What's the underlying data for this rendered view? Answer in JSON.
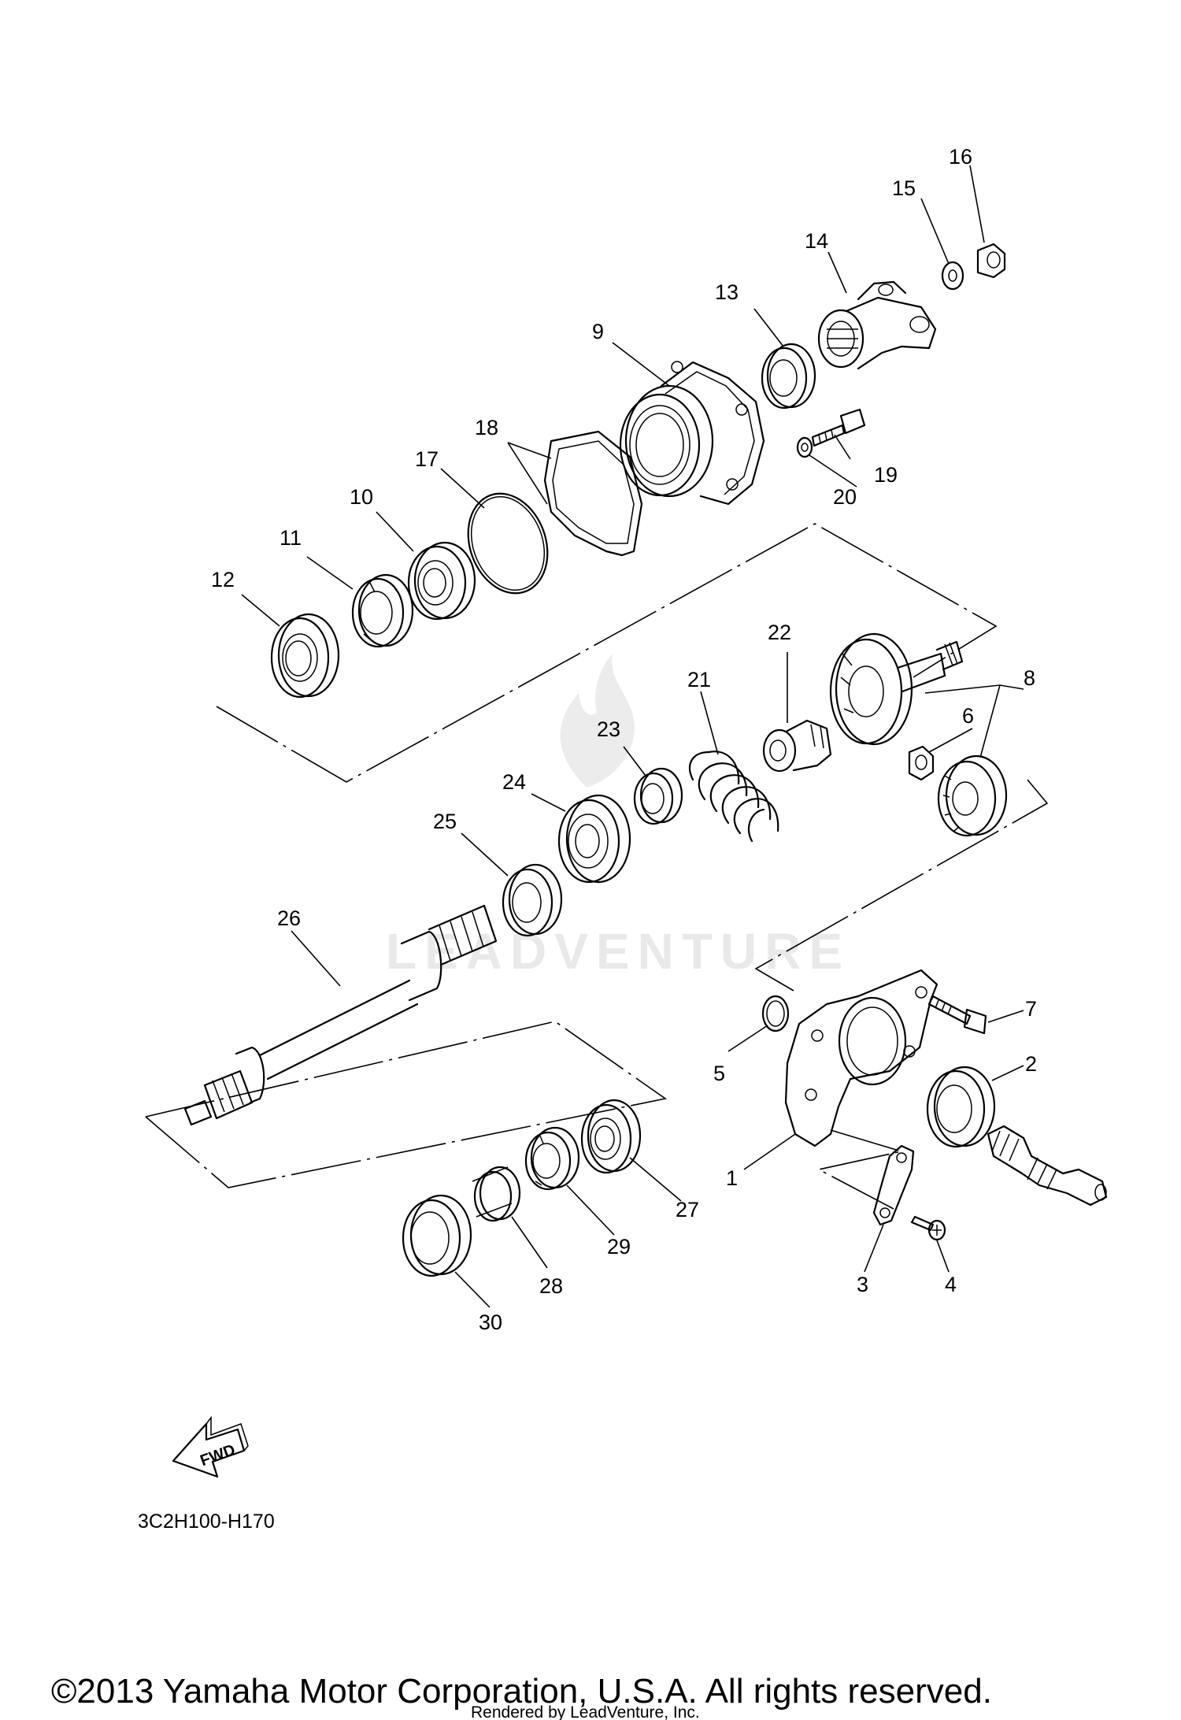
{
  "watermark": "LEADVENTURE",
  "diagram_code": "3C2H100-H170",
  "fwd_label": "FWD",
  "copyright": "©2013 Yamaha Motor Corporation, U.S.A. All rights reserved.",
  "rendered_by": "Rendered by LeadVenture, Inc.",
  "callouts": [
    "1",
    "2",
    "3",
    "4",
    "5",
    "6",
    "7",
    "8",
    "9",
    "10",
    "11",
    "12",
    "13",
    "14",
    "15",
    "16",
    "17",
    "18",
    "19",
    "20",
    "21",
    "22",
    "23",
    "24",
    "25",
    "26",
    "27",
    "28",
    "29",
    "30"
  ]
}
